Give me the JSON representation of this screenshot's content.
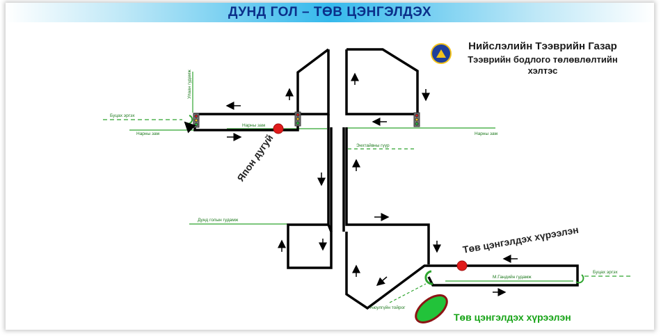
{
  "title": "ДУНД ГОЛ – ТӨВ ЦЭНГЭЛДЭХ",
  "organization": {
    "name": "Нийслэлийн Тээврийн Газар",
    "department": "Тээврийн бодлого төлөвлөлтийн хэлтэс"
  },
  "streets": {
    "ulaan_gudamj": "Улаан гудамж",
    "butsakh_left": "Буцах эргэх",
    "narny_zam_left": "Нарны зам",
    "narny_zam_center": "Нарны зам",
    "narny_zam_right": "Нарны зам",
    "enkhtaivan_guur": "Энхтайвны гүүр",
    "dund_goliin_gudamj": "Дунд голын гудамж",
    "m_gandi_gudamj": "М.Гандийн гудамж",
    "butsakh_right": "Буцах эргэх",
    "ayulgui_toirog": "Аюулгүйн тойрог"
  },
  "labels": {
    "yapon_duguy": "Япон дугуй",
    "stadium_fence_top": "Төв цэнгэлдэх хүрээлэн",
    "stadium_fence_bottom": "Төв цэнгэлдэх хүрээлэн"
  },
  "colors": {
    "title": "#0b2f8a",
    "street_label": "#1f7a1f",
    "stop_marker": "#e01b1b",
    "stadium_fill": "#22c33a",
    "stadium_border": "#8c1414"
  }
}
